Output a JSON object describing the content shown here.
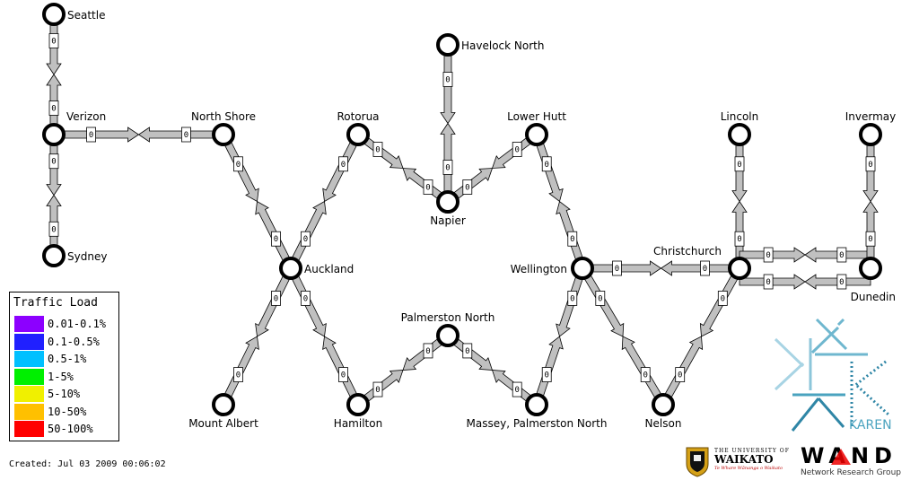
{
  "nodes": [
    {
      "id": "seattle",
      "label": "Seattle"
    },
    {
      "id": "verizon",
      "label": "Verizon"
    },
    {
      "id": "sydney",
      "label": "Sydney"
    },
    {
      "id": "northshore",
      "label": "North Shore"
    },
    {
      "id": "auckland",
      "label": "Auckland"
    },
    {
      "id": "mountalbert",
      "label": "Mount Albert"
    },
    {
      "id": "hamilton",
      "label": "Hamilton"
    },
    {
      "id": "rotorua",
      "label": "Rotorua"
    },
    {
      "id": "napier",
      "label": "Napier"
    },
    {
      "id": "havelock",
      "label": "Havelock North"
    },
    {
      "id": "lowerhutt",
      "label": "Lower Hutt"
    },
    {
      "id": "palmerston",
      "label": "Palmerston North"
    },
    {
      "id": "massey",
      "label": "Massey, Palmerston North"
    },
    {
      "id": "wellington",
      "label": "Wellington"
    },
    {
      "id": "christchurch",
      "label": "Christchurch"
    },
    {
      "id": "nelson",
      "label": "Nelson"
    },
    {
      "id": "lincoln",
      "label": "Lincoln"
    },
    {
      "id": "invermay",
      "label": "Invermay"
    },
    {
      "id": "dunedin",
      "label": "Dunedin"
    }
  ],
  "links": [
    {
      "from": "seattle",
      "to": "verizon",
      "a": "0",
      "b": "0"
    },
    {
      "from": "verizon",
      "to": "sydney",
      "a": "0",
      "b": "0"
    },
    {
      "from": "verizon",
      "to": "northshore",
      "a": "0",
      "b": "0"
    },
    {
      "from": "northshore",
      "to": "auckland",
      "a": "0",
      "b": "0"
    },
    {
      "from": "rotorua",
      "to": "auckland",
      "a": "0",
      "b": "0"
    },
    {
      "from": "auckland",
      "to": "mountalbert",
      "a": "0",
      "b": "0"
    },
    {
      "from": "auckland",
      "to": "hamilton",
      "a": "0",
      "b": "0"
    },
    {
      "from": "rotorua",
      "to": "napier",
      "a": "0",
      "b": "0"
    },
    {
      "from": "havelock",
      "to": "napier",
      "a": "0",
      "b": "0"
    },
    {
      "from": "napier",
      "to": "lowerhutt",
      "a": "0",
      "b": "0"
    },
    {
      "from": "lowerhutt",
      "to": "wellington",
      "a": "0",
      "b": "0"
    },
    {
      "from": "hamilton",
      "to": "palmerston",
      "a": "0",
      "b": "0"
    },
    {
      "from": "palmerston",
      "to": "massey",
      "a": "0",
      "b": "0"
    },
    {
      "from": "massey",
      "to": "wellington",
      "a": "0",
      "b": "0"
    },
    {
      "from": "wellington",
      "to": "nelson",
      "a": "0",
      "b": "0"
    },
    {
      "from": "wellington",
      "to": "christchurch",
      "a": "0",
      "b": "0"
    },
    {
      "from": "nelson",
      "to": "christchurch",
      "a": "0",
      "b": "0"
    },
    {
      "from": "lincoln",
      "to": "christchurch",
      "a": "0",
      "b": "0"
    },
    {
      "from": "christchurch",
      "to": "dunedin",
      "a": "0",
      "b": "0",
      "offset": "up"
    },
    {
      "from": "christchurch",
      "to": "dunedin",
      "a": "0",
      "b": "0",
      "offset": "down"
    },
    {
      "from": "invermay",
      "to": "dunedin",
      "a": "0",
      "b": "0"
    }
  ],
  "legend": {
    "title": "Traffic Load",
    "items": [
      {
        "label": "0.01-0.1%",
        "color": "#8c00ff"
      },
      {
        "label": "0.1-0.5%",
        "color": "#2020ff"
      },
      {
        "label": "0.5-1%",
        "color": "#00c0ff"
      },
      {
        "label": "1-5%",
        "color": "#00f000"
      },
      {
        "label": "5-10%",
        "color": "#f0f000"
      },
      {
        "label": "10-50%",
        "color": "#ffc000"
      },
      {
        "label": "50-100%",
        "color": "#ff0000"
      }
    ]
  },
  "created": "Created: Jul 03 2009 00:06:02",
  "logos": {
    "karen": "KAREN",
    "waikato_line1": "THE UNIVERSITY OF",
    "waikato_line2": "WAIKATO",
    "waikato_line3": "Te Whare Wānanga o Waikato",
    "wand": "WAND",
    "wand_sub": "Network Research Group"
  },
  "colors": {
    "link_fill": "#c0c0c0",
    "karen": "#4aa3bf"
  }
}
